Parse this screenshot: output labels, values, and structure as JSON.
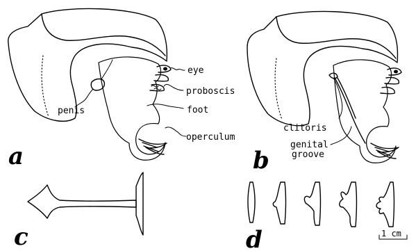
{
  "figure": {
    "panels": {
      "a": "a",
      "b": "b",
      "c": "c",
      "d": "d"
    },
    "labels_a": {
      "eye": "eye",
      "proboscis": "proboscis",
      "penis": "penis",
      "foot": "foot",
      "operculum": "operculum"
    },
    "labels_b": {
      "clitoris": "clitoris",
      "genital_line1": "genital",
      "genital_line2": "groove"
    },
    "scale_bar": "1 cm"
  }
}
